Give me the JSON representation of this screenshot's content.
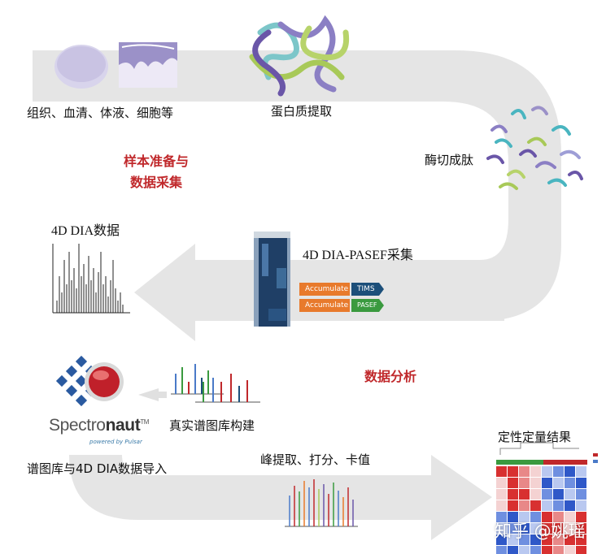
{
  "samples_label": "组织、血清、体液、细胞等",
  "protein_label": "蛋白质提取",
  "digest_label": "酶切成肽",
  "stage1_line1": "样本准备与",
  "stage1_line2": "数据采集",
  "dia_data_label": "4D DIA数据",
  "acquisition_label": "4D DIA-PASEF采集",
  "accumulate_1": "Accumulate",
  "tims": "TIMS",
  "accumulate_2": "Accumulate",
  "pasef": "PASEF",
  "stage2_label": "数据分析",
  "library_build_label": "真实谱图库构建",
  "spectronaut_word_a": "Spectro",
  "spectronaut_word_b": "naut",
  "spectronaut_tm": "TM",
  "spectronaut_powered": "powered by Pulsar",
  "import_label": "谱图库与4D DIA数据导入",
  "peak_label": "峰提取、打分、卡值",
  "result_label": "定性定量结果",
  "watermark": "知乎 @姚瑶",
  "colors": {
    "arrow": "#e5e5e5",
    "stage_text": "#c0282b",
    "accumulate": "#e87a2c",
    "tims": "#1c4f7a",
    "pasef": "#3a9a3f"
  }
}
